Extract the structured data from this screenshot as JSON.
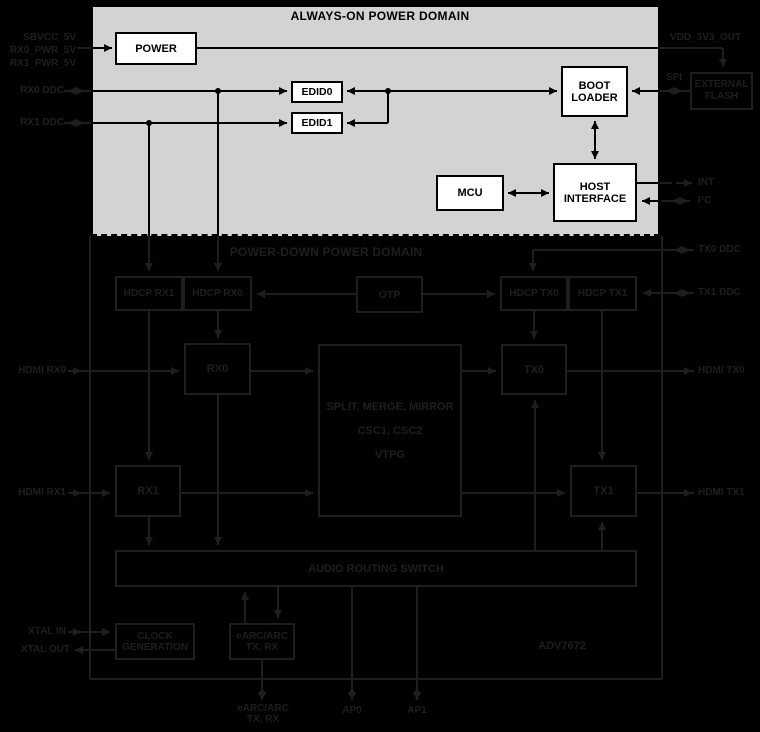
{
  "titles": {
    "always_on": "ALWAYS-ON POWER DOMAIN",
    "power_down": "POWER-DOWN POWER DOMAIN"
  },
  "part_number": "ADV7672",
  "blocks_always_on": {
    "power": "POWER",
    "edid0": "EDID0",
    "edid1": "EDID1",
    "boot_loader": "BOOT\nLOADER",
    "mcu": "MCU",
    "host_interface": "HOST\nINTERFACE"
  },
  "blocks_power_down": {
    "hdcp_rx1": "HDCP RX1",
    "hdcp_rx0": "HDCP RX0",
    "otp": "OTP",
    "hdcp_tx0": "HDCP TX0",
    "hdcp_tx1": "HDCP TX1",
    "rx0": "RX0",
    "rx1": "RX1",
    "video_core": "SPLIT, MERGE, MIRROR\nCSC1, CSC2\nVTPG",
    "tx0": "TX0",
    "tx1": "TX1",
    "audio_routing_switch": "AUDIO ROUTING SWITCH",
    "clock_generation": "CLOCK\nGENERATION",
    "earc_arc": "eARC/ARC\nTX, RX"
  },
  "external_blocks": {
    "flash": "EXTERNAL\nFLASH"
  },
  "pins_left": {
    "supplies": "SBVCC_5V\nRX0_PWR_5V\nRX1_PWR_5V",
    "rx0_ddc": "RX0 DDC",
    "rx1_ddc": "RX1 DDC",
    "hdmi_rx0": "HDMI RX0",
    "hdmi_rx1": "HDMI RX1",
    "xtal_in": "XTAL IN",
    "xtal_out": "XTAL OUT"
  },
  "pins_right": {
    "vdd_3v3_out": "VDD_3V3_OUT",
    "spi": "SPI",
    "int": "INT",
    "i2c": "I²C",
    "tx0_ddc": "TX0 DDC",
    "tx1_ddc": "TX1 DDC",
    "hdmi_tx0": "HDMI TX0",
    "hdmi_tx1": "HDMI TX1"
  },
  "pins_bottom": {
    "earc": "eARC/ARC\nTX, RX",
    "ap0": "AP0",
    "ap1": "AP1"
  },
  "colors": {
    "background": "#000000",
    "domain_fill": "#d3d3d3",
    "ink": "#000000",
    "faint": "#1e1e1e",
    "box_fill": "#ffffff"
  }
}
